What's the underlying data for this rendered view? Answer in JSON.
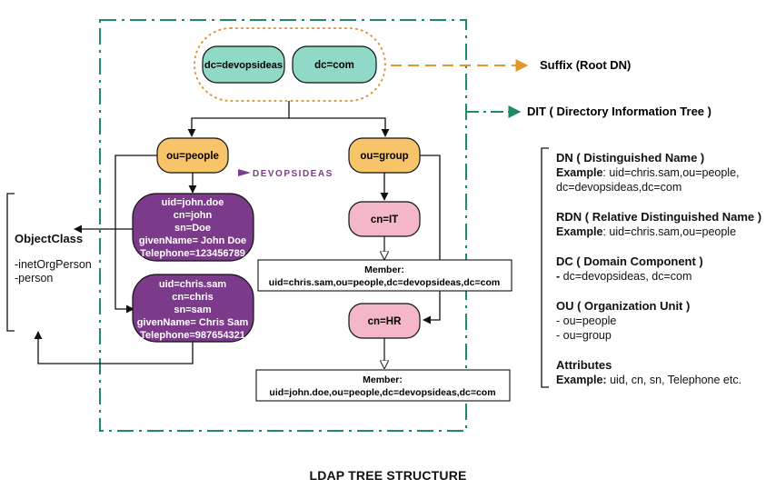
{
  "root": {
    "dc1": "dc=devopsideas",
    "dc2": "dc=com"
  },
  "suffix_label": "Suffix (Root DN)",
  "dit_label": "DIT ( Directory Information Tree )",
  "logo_text": "DEVOPSIDEAS",
  "ou_people": "ou=people",
  "ou_group": "ou=group",
  "user1": [
    "uid=john.doe",
    "cn=john",
    "sn=Doe",
    "givenName= John Doe",
    "Telephone=123456789"
  ],
  "user2": [
    "uid=chris.sam",
    "cn=chris",
    "sn=sam",
    "givenName= Chris Sam",
    "Telephone=987654321"
  ],
  "cn_it": "cn=IT",
  "cn_hr": "cn=HR",
  "member_it": {
    "title": "Member:",
    "value": "uid=chris.sam,ou=people,dc=devopsideas,dc=com"
  },
  "member_hr": {
    "title": "Member:",
    "value": "uid=john.doe,ou=people,dc=devopsideas,dc=com"
  },
  "objectclass": {
    "title": "ObjectClass",
    "items": [
      "-inetOrgPerson",
      "-person"
    ]
  },
  "legend": {
    "dn": {
      "title": "DN ( Distinguished Name )",
      "example_label": "Example",
      "example_value": ":  uid=chris.sam,ou=people,",
      "example_value2": "dc=devopsideas,dc=com"
    },
    "rdn": {
      "title": "RDN ( Relative Distinguished Name )",
      "example_label": "Example",
      "example_value": ": uid=chris.sam,ou=people"
    },
    "dc": {
      "title": "DC ( Domain Component )",
      "value": "dc=devopsideas, dc=com",
      "dash": "-"
    },
    "ou": {
      "title": "OU ( Organization Unit )",
      "items": [
        "- ou=people",
        "- ou=group"
      ]
    },
    "attributes": {
      "title": "Attributes",
      "example_label": "Example:",
      "example_value": " uid, cn, sn, Telephone etc."
    }
  },
  "bottom_title": "LDAP TREE STRUCTURE",
  "colors": {
    "dit_border": "#1f8a6a",
    "suffix_arrow": "#e0952f",
    "root_node": "#8fd9c6",
    "ou_node": "#f7c46a",
    "user_node": "#7b3b8a",
    "group_node": "#f4b7c7"
  }
}
